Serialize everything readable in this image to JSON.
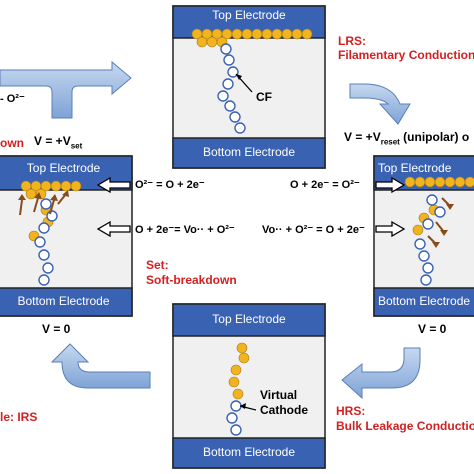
{
  "electrodes": {
    "top": "Top Electrode",
    "bottom": "Bottom Electrode"
  },
  "top_panel": {
    "state_title": "LRS:",
    "state_subtitle": "Filamentary Conduction",
    "cf_label": "CF"
  },
  "left_panel": {
    "voltage_prefix": "V = +V",
    "voltage_sub": "set",
    "reaction_1": "O²⁻ = O + 2e⁻",
    "reaction_2": "O + 2e⁻= Vo·· + O²⁻",
    "process_title": "Set:",
    "process_subtitle": "Soft-breakdown",
    "voltage_bottom": "V = 0",
    "side_red_1": "own",
    "side_red_2": "le: IRS"
  },
  "right_panel": {
    "voltage_prefix": "V = +V",
    "voltage_sub": "reset",
    "voltage_suffix": " (unipolar) o",
    "reaction_1": "O + 2e⁻ = O²⁻",
    "reaction_2": "Vo·· + O²⁻ = O + 2e⁻",
    "voltage_bottom": "V = 0"
  },
  "bottom_panel": {
    "virtual_label_1": "Virtual",
    "virtual_label_2": "Cathode",
    "state_title": "HRS:",
    "state_subtitle": "Bulk Leakage Conduction"
  },
  "top_left_fragment": "- O²⁻",
  "colors": {
    "electrode_blue": "#3a62b3",
    "oxide_gray": "#f0f0f0",
    "oxygen_gold": "#f1b320",
    "vacancy_outline": "#3a62b3",
    "arrow_blue": "#8fb1de",
    "state_red": "#d42020"
  }
}
